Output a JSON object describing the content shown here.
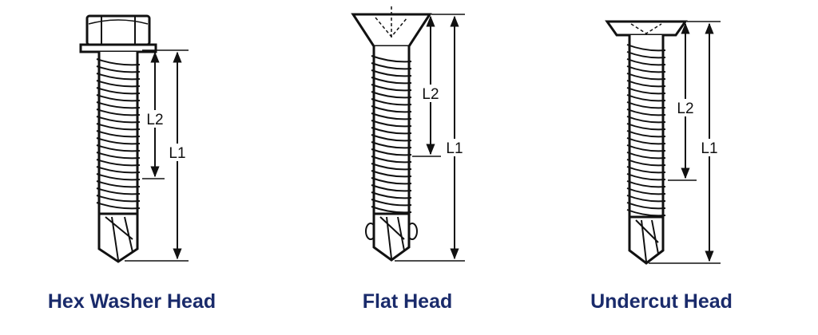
{
  "colors": {
    "caption": "#1a2b6b",
    "outline": "#111111",
    "fill": "#ffffff"
  },
  "screws": [
    {
      "name": "Hex Washer Head",
      "length_inner_label": "L2",
      "length_outer_label": "L1"
    },
    {
      "name": "Flat Head",
      "length_inner_label": "L2",
      "length_outer_label": "L1"
    },
    {
      "name": "Undercut Head",
      "length_inner_label": "L2",
      "length_outer_label": "L1"
    }
  ]
}
